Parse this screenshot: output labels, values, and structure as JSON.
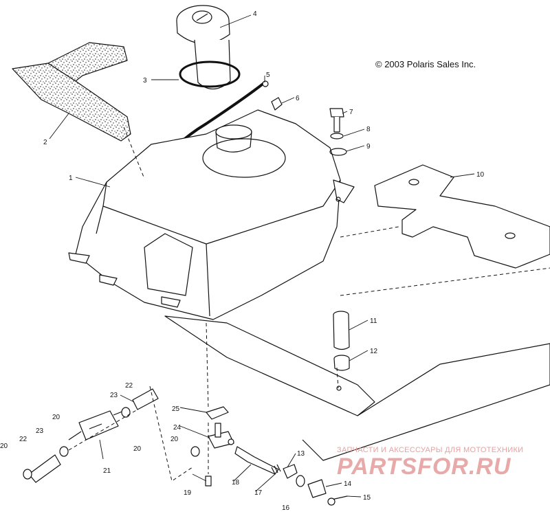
{
  "copyright": "© 2003 Polaris Sales Inc.",
  "watermark": {
    "tagline": "ЗАПЧАСТИ И АКСЕССУАРЫ ДЛЯ МОТОТЕХНИКИ",
    "brand": "PARTSFOR.RU"
  },
  "callouts": [
    {
      "id": "c1",
      "label": "1"
    },
    {
      "id": "c2",
      "label": "2"
    },
    {
      "id": "c3",
      "label": "3"
    },
    {
      "id": "c4",
      "label": "4"
    },
    {
      "id": "c5",
      "label": "5"
    },
    {
      "id": "c6",
      "label": "6"
    },
    {
      "id": "c7",
      "label": "7"
    },
    {
      "id": "c8",
      "label": "8"
    },
    {
      "id": "c9",
      "label": "9"
    },
    {
      "id": "c10",
      "label": "10"
    },
    {
      "id": "c11",
      "label": "11"
    },
    {
      "id": "c12",
      "label": "12"
    },
    {
      "id": "c13",
      "label": "13"
    },
    {
      "id": "c14",
      "label": "14"
    },
    {
      "id": "c15",
      "label": "15"
    },
    {
      "id": "c16",
      "label": "16"
    },
    {
      "id": "c17",
      "label": "17"
    },
    {
      "id": "c18",
      "label": "18"
    },
    {
      "id": "c19",
      "label": "19"
    },
    {
      "id": "c20a",
      "label": "20"
    },
    {
      "id": "c20b",
      "label": "20"
    },
    {
      "id": "c20c",
      "label": "20"
    },
    {
      "id": "c20d",
      "label": "20"
    },
    {
      "id": "c21",
      "label": "21"
    },
    {
      "id": "c22a",
      "label": "22"
    },
    {
      "id": "c22b",
      "label": "22"
    },
    {
      "id": "c23a",
      "label": "23"
    },
    {
      "id": "c23b",
      "label": "23"
    },
    {
      "id": "c24",
      "label": "24"
    },
    {
      "id": "c25",
      "label": "25"
    }
  ]
}
